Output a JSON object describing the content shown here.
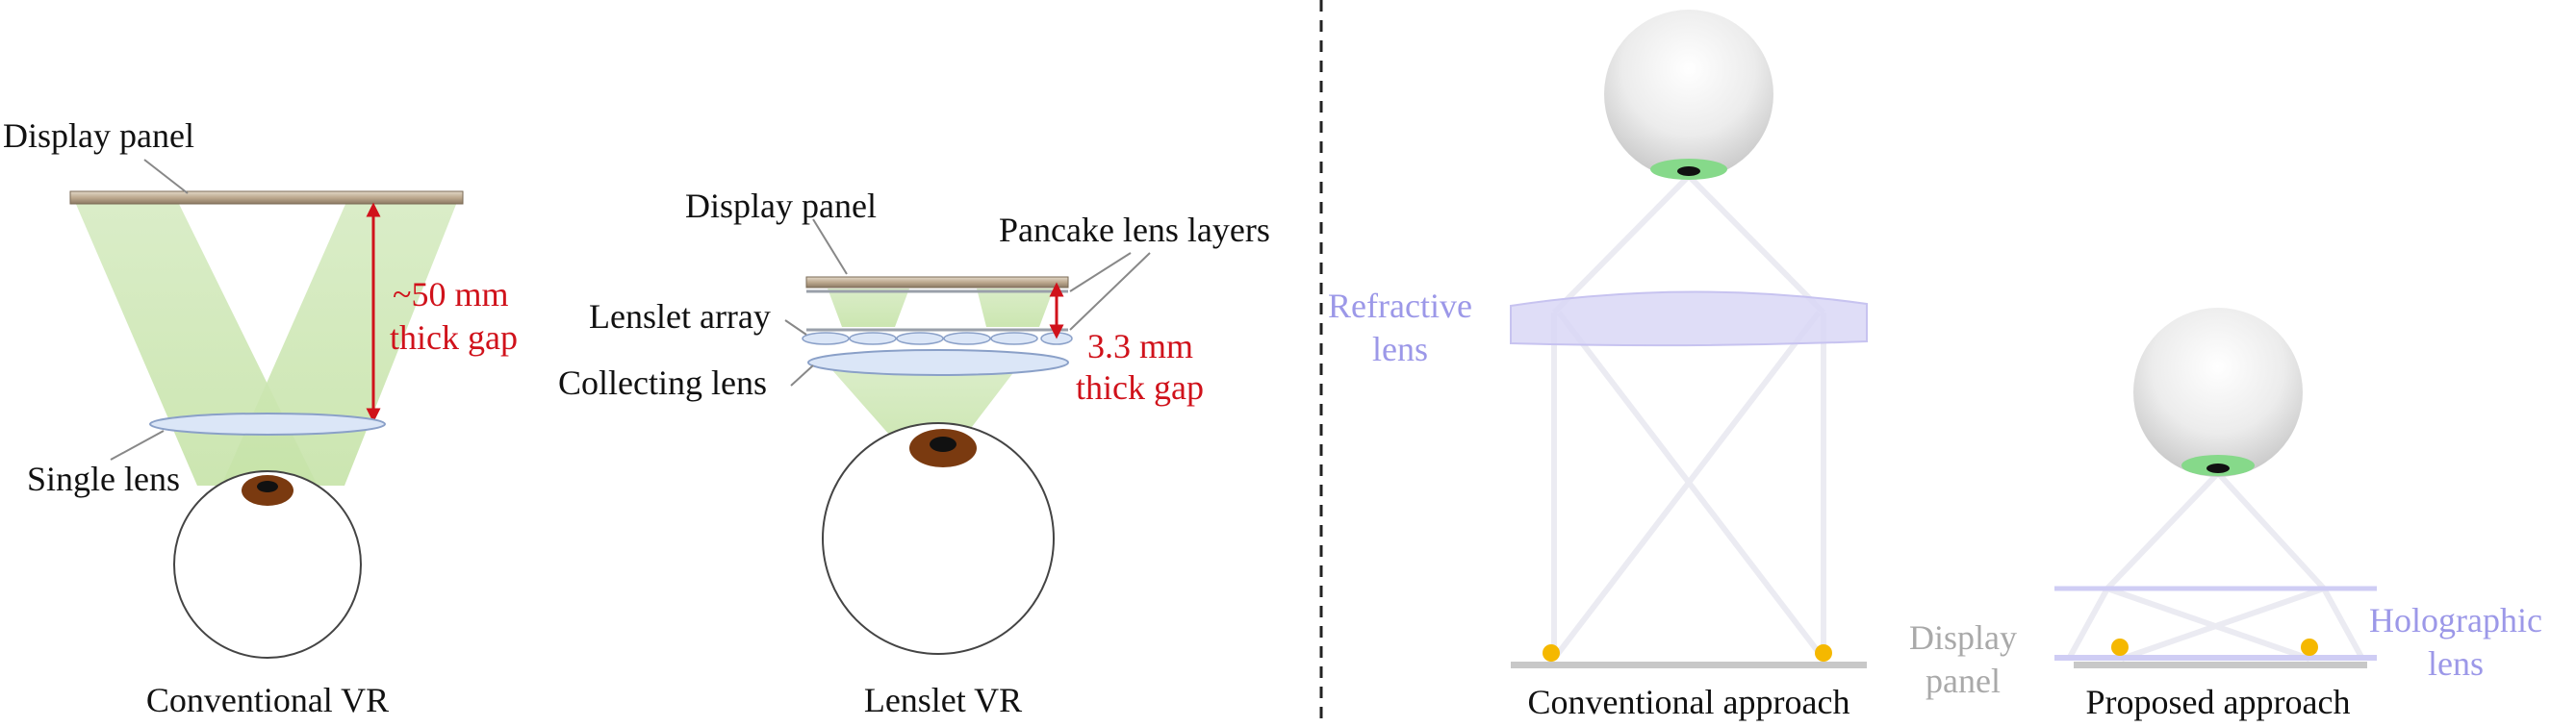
{
  "colors": {
    "annotation_red": "#d0121b",
    "lens_purple": "#9c98e8",
    "panel_grey": "#a9a9a9",
    "light_green": "#cfe8b8",
    "pupil_green": "#86d98a",
    "iris_brown": "#7a3a10",
    "source_orange": "#f5b800",
    "divider": "#222222"
  },
  "conventional_vr": {
    "display_panel_label": "Display panel",
    "gap_line1": "~50 mm",
    "gap_line2": "thick gap",
    "single_lens_label": "Single lens",
    "caption": "Conventional VR"
  },
  "lenslet_vr": {
    "display_panel_label": "Display panel",
    "pancake_label": "Pancake lens layers",
    "lenslet_array_label": "Lenslet array",
    "collecting_lens_label": "Collecting lens",
    "gap_line1": "3.3 mm",
    "gap_line2": "thick gap",
    "caption": "Lenslet VR"
  },
  "conventional_approach": {
    "refractive_line1": "Refractive",
    "refractive_line2": "lens",
    "caption": "Conventional approach"
  },
  "proposed_approach": {
    "display_line1": "Display",
    "display_line2": "panel",
    "holographic_line1": "Holographic",
    "holographic_line2": "lens",
    "caption": "Proposed approach"
  }
}
